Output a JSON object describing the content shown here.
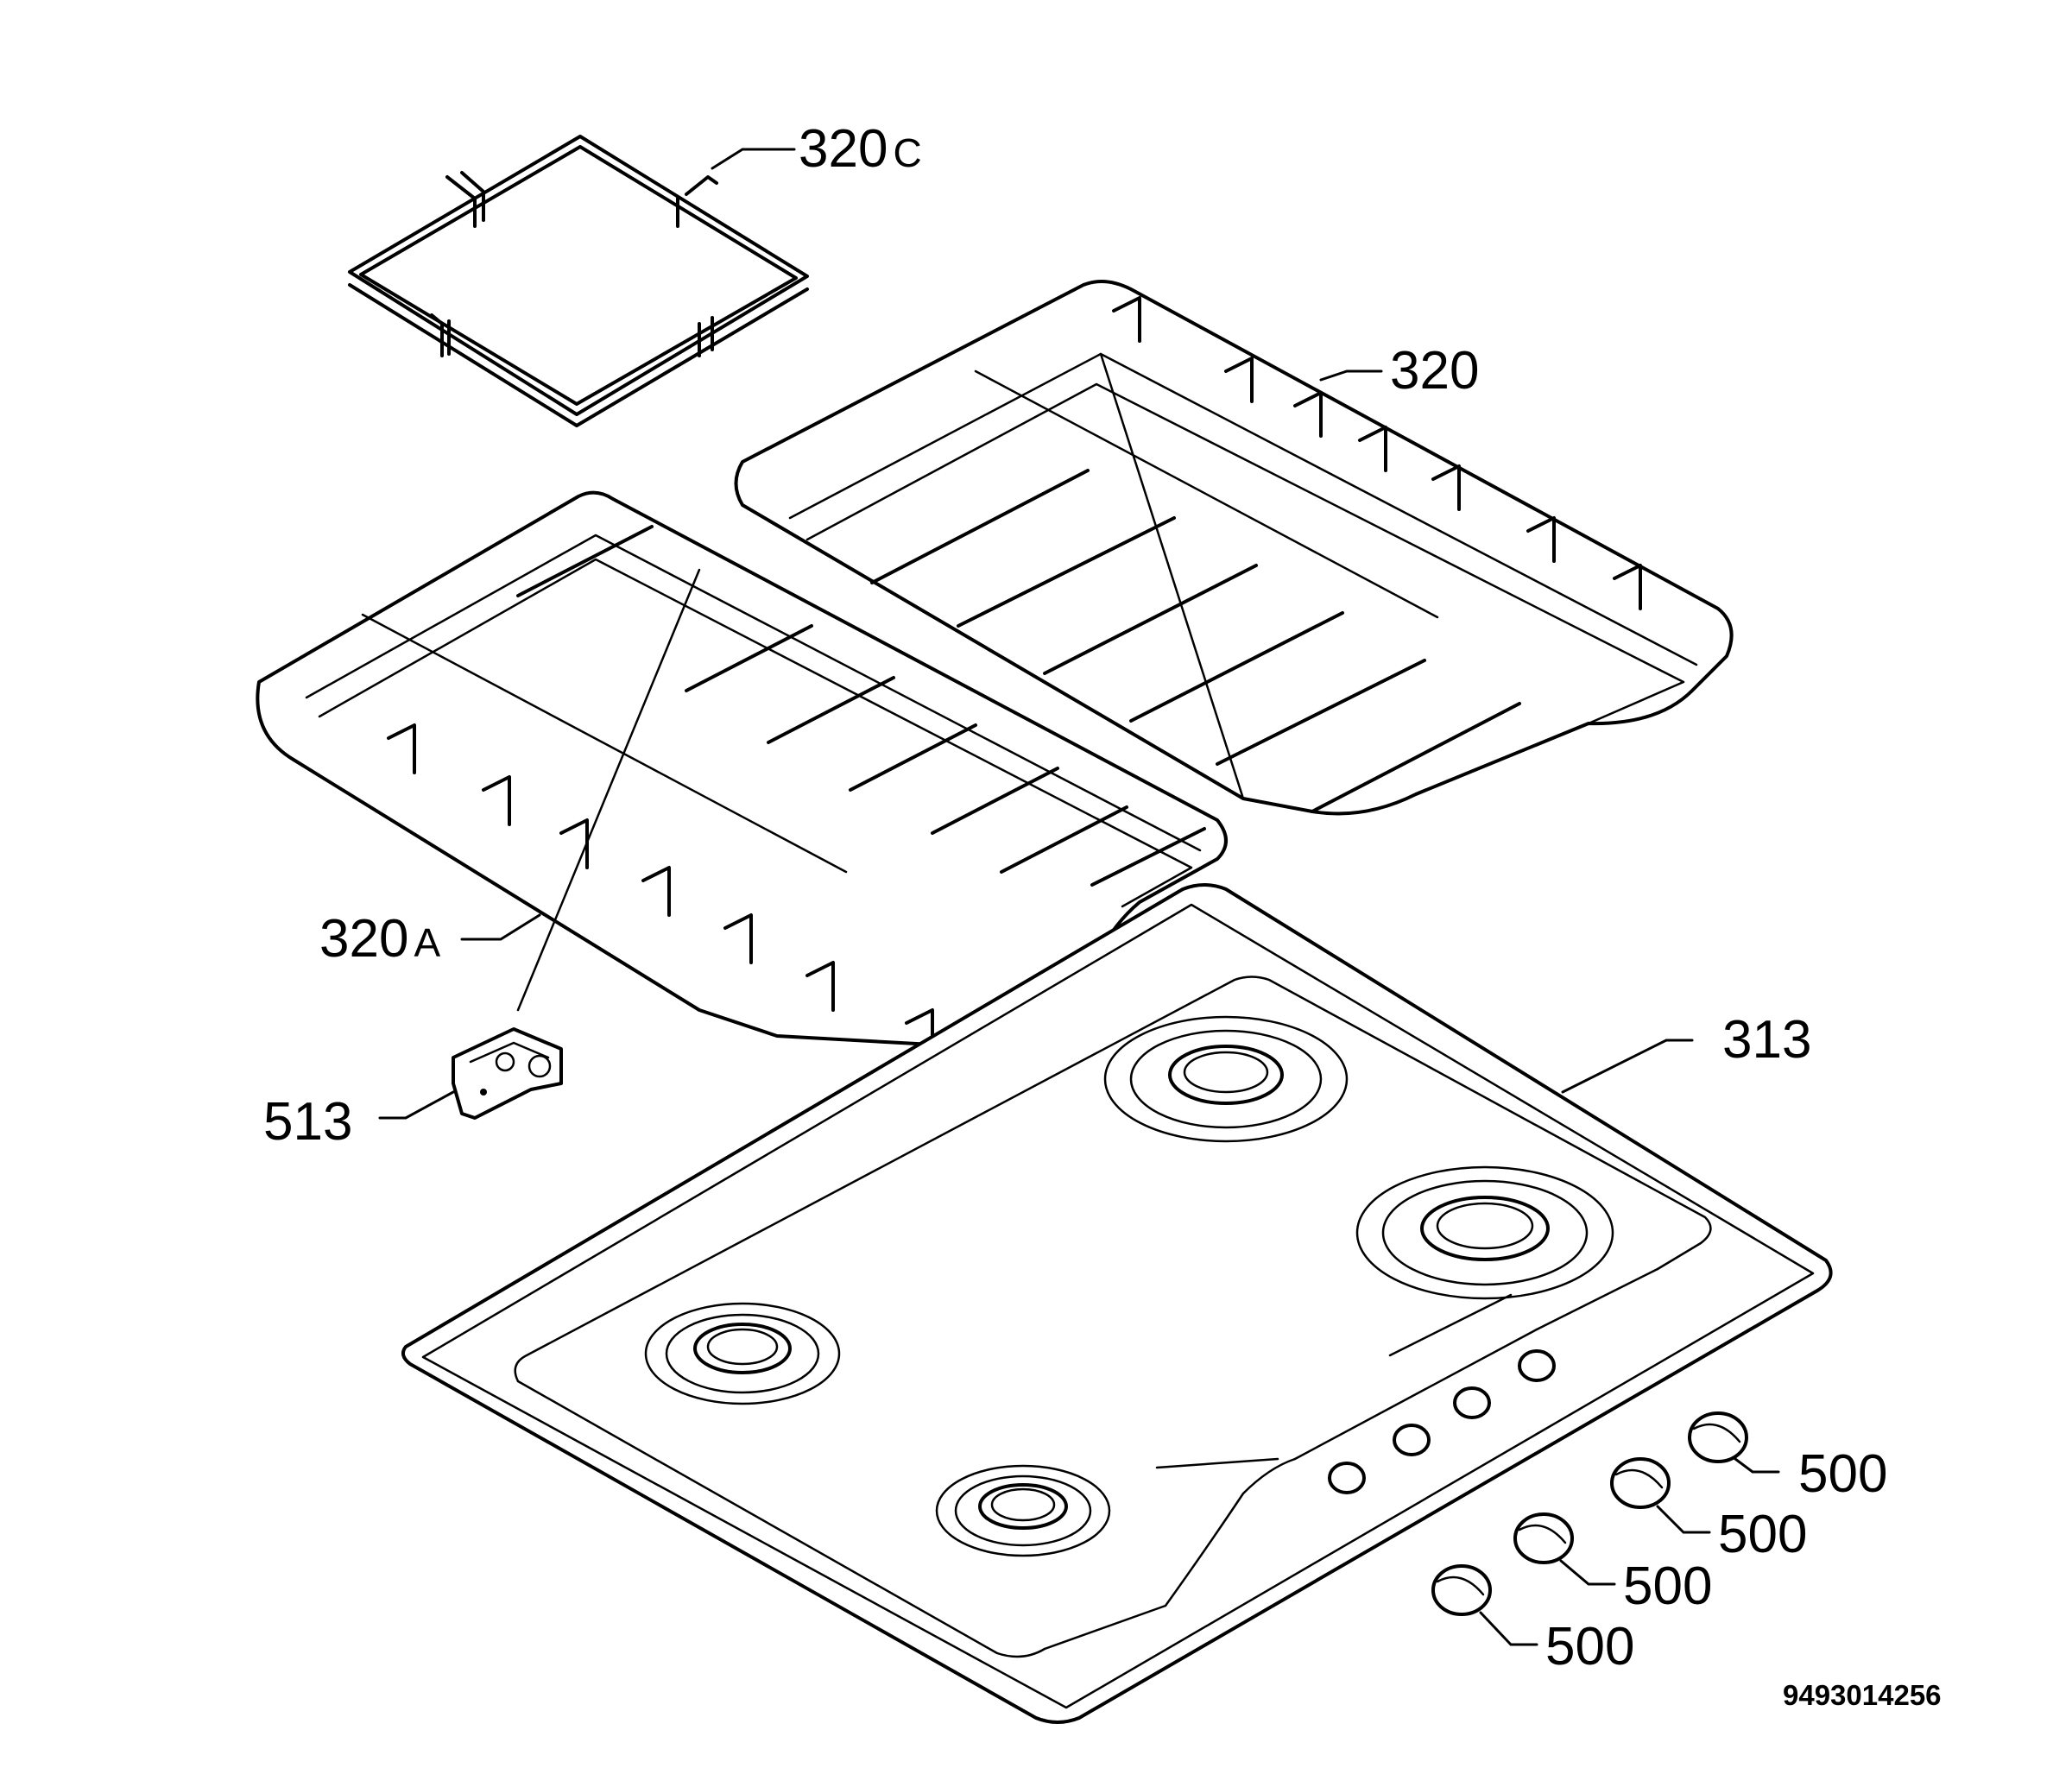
{
  "document": {
    "number": "9493014256"
  },
  "parts": {
    "grid_square": {
      "code": "320",
      "suffix": "C"
    },
    "grid_right": {
      "code": "320"
    },
    "grid_left": {
      "code": "320",
      "suffix": "A"
    },
    "clip": {
      "code": "513"
    },
    "hob_top": {
      "code": "313"
    },
    "knobs": [
      {
        "code": "500"
      },
      {
        "code": "500"
      },
      {
        "code": "500"
      },
      {
        "code": "500"
      }
    ]
  },
  "colors": {
    "line": "#000000",
    "background": "#ffffff"
  }
}
